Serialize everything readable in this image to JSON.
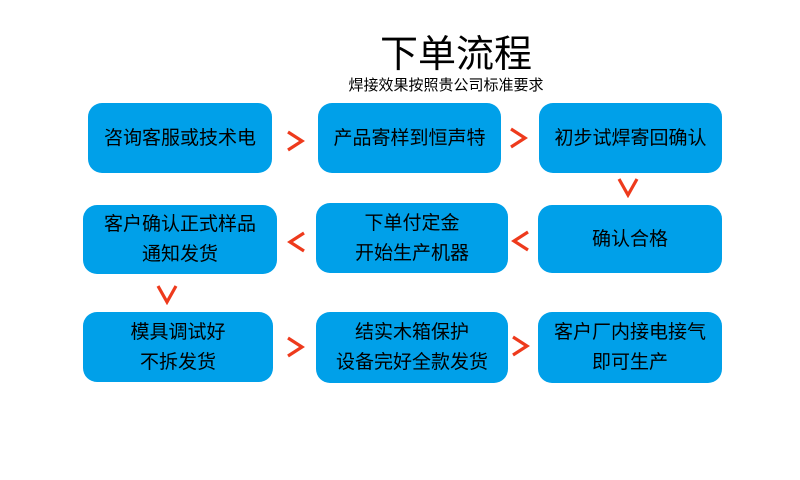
{
  "page": {
    "background": "#ffffff"
  },
  "header": {
    "title": "下单流程",
    "subtitle": "焊接效果按照贵公司标准要求"
  },
  "colors": {
    "box_blue": "#00a0e9",
    "arrow_red": "#ee3a1c",
    "text": "#000000"
  },
  "flow": {
    "rows": [
      {
        "boxes": [
          {
            "lines": [
              "咨询客服或技术电"
            ]
          },
          {
            "lines": [
              "产品寄样到恒声特"
            ]
          },
          {
            "lines": [
              "初步试焊寄回确认"
            ]
          }
        ]
      },
      {
        "boxes": [
          {
            "lines": [
              "客户确认正式样品",
              "通知发货"
            ]
          },
          {
            "lines": [
              "下单付定金",
              "开始生产机器"
            ]
          },
          {
            "lines": [
              "确认合格"
            ]
          }
        ]
      },
      {
        "boxes": [
          {
            "lines": [
              "模具调试好",
              "不拆发货"
            ]
          },
          {
            "lines": [
              "结实木箱保护",
              "设备完好全款发货"
            ]
          },
          {
            "lines": [
              "客户厂内接电接气",
              "即可生产"
            ]
          }
        ]
      }
    ],
    "arrows": [
      {
        "direction": "right",
        "from": "咨询客服或技术电",
        "to": "产品寄样到恒声特"
      },
      {
        "direction": "right",
        "from": "产品寄样到恒声特",
        "to": "初步试焊寄回确认"
      },
      {
        "direction": "down",
        "from": "初步试焊寄回确认",
        "to": "确认合格"
      },
      {
        "direction": "left",
        "from": "确认合格",
        "to": "下单付定金 开始生产机器"
      },
      {
        "direction": "left",
        "from": "下单付定金 开始生产机器",
        "to": "客户确认正式样品 通知发货"
      },
      {
        "direction": "down",
        "from": "客户确认正式样品 通知发货",
        "to": "模具调试好 不拆发货"
      },
      {
        "direction": "right",
        "from": "模具调试好 不拆发货",
        "to": "结实木箱保护 设备完好全款发货"
      },
      {
        "direction": "right",
        "from": "结实木箱保护 设备完好全款发货",
        "to": "客户厂内接电接气 即可生产"
      }
    ]
  }
}
